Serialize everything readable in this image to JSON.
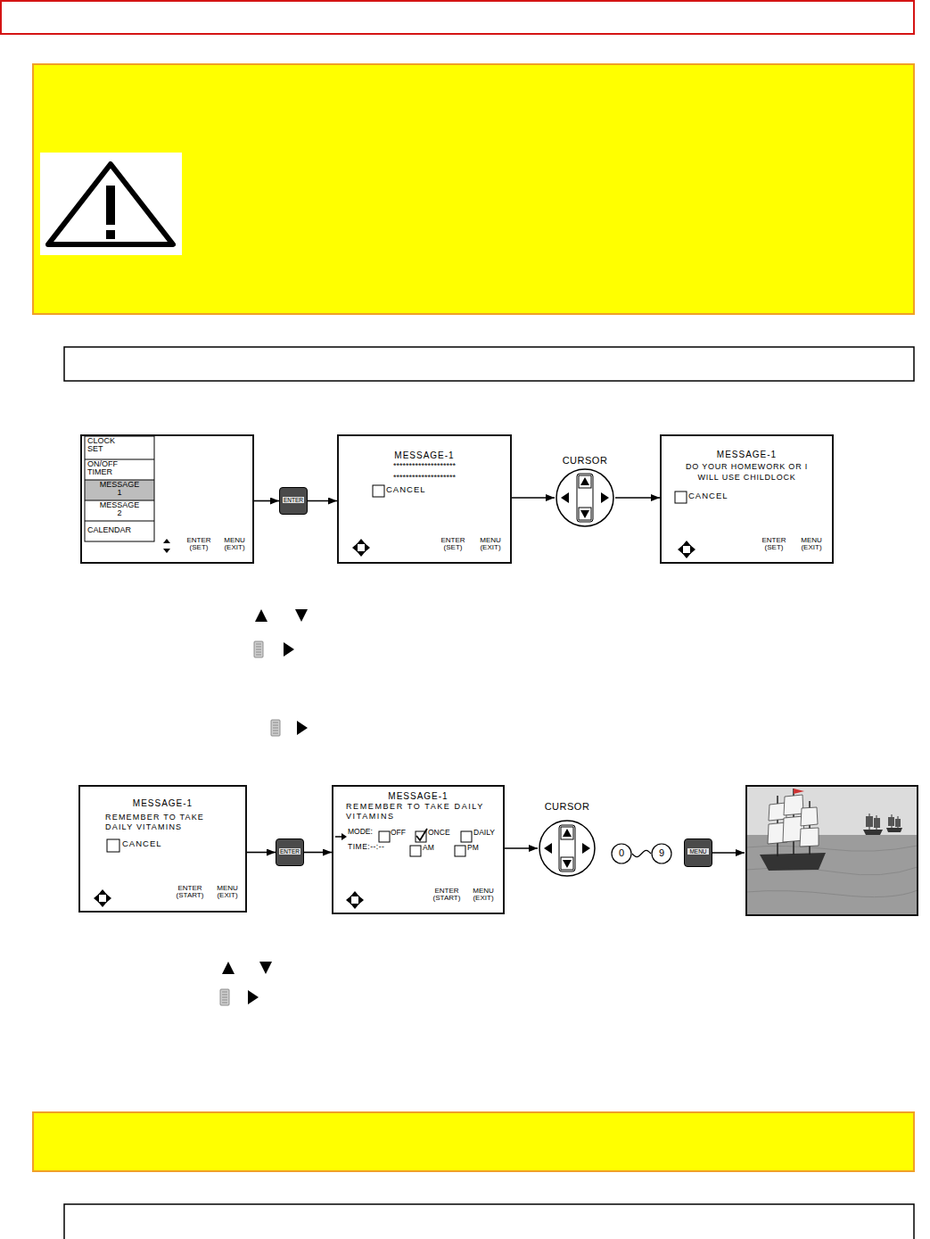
{
  "diagram": {
    "nodes": [
      {
        "text": [
          "CLOCK SET",
          "ON/OFF TIMER",
          "MESSAGE 1",
          "MESSAGE 2",
          "CALENDAR",
          "ENTER (SET)",
          "MENU (EXIT)"
        ]
      },
      {
        "text": [
          "ENTER"
        ]
      },
      {
        "text": [
          "MESSAGE-1",
          "********************",
          "********************",
          "CANCEL",
          "ENTER (SET)",
          "MENU (EXIT)"
        ]
      },
      {
        "text": [
          "CURSOR"
        ]
      },
      {
        "text": [
          "MESSAGE-1",
          "DO YOUR HOMEWORK OR I WILL USE CHILDLOCK",
          "CANCEL",
          "ENTER (SET)",
          "MENU (EXIT)"
        ]
      },
      {
        "text": [
          "MESSAGE-1",
          "REMEMBER TO TAKE DAILY VITAMINS",
          "CANCEL",
          "ENTER (START)",
          "MENU (EXIT)"
        ]
      },
      {
        "text": [
          "ENTER"
        ]
      },
      {
        "text": [
          "MESSAGE-1",
          "REMEMBER TO TAKE DAILY VITAMINS",
          "MODE:",
          "OFF",
          "ONCE",
          "DAILY",
          "TIME:--:--",
          "AM",
          "PM",
          "ENTER (START)",
          "MENU (EXIT)"
        ]
      },
      {
        "text": [
          "CURSOR"
        ]
      },
      {
        "text": [
          "0"
        ]
      },
      {
        "text": [
          "9"
        ]
      },
      {
        "text": [
          "MENU"
        ]
      }
    ],
    "edges": [
      {
        "from": 0,
        "to": 1,
        "arrow": "to"
      },
      {
        "from": 1,
        "to": 2,
        "arrow": "to"
      },
      {
        "from": 2,
        "to": 3,
        "arrow": "to"
      },
      {
        "from": 3,
        "to": 4,
        "arrow": "to"
      },
      {
        "from": 5,
        "to": 6,
        "arrow": "to"
      },
      {
        "from": 6,
        "to": 7,
        "arrow": "to"
      },
      {
        "from": 7,
        "to": 8,
        "arrow": "to"
      },
      {
        "from": 9,
        "to": 10,
        "arrow": "none"
      }
    ]
  }
}
